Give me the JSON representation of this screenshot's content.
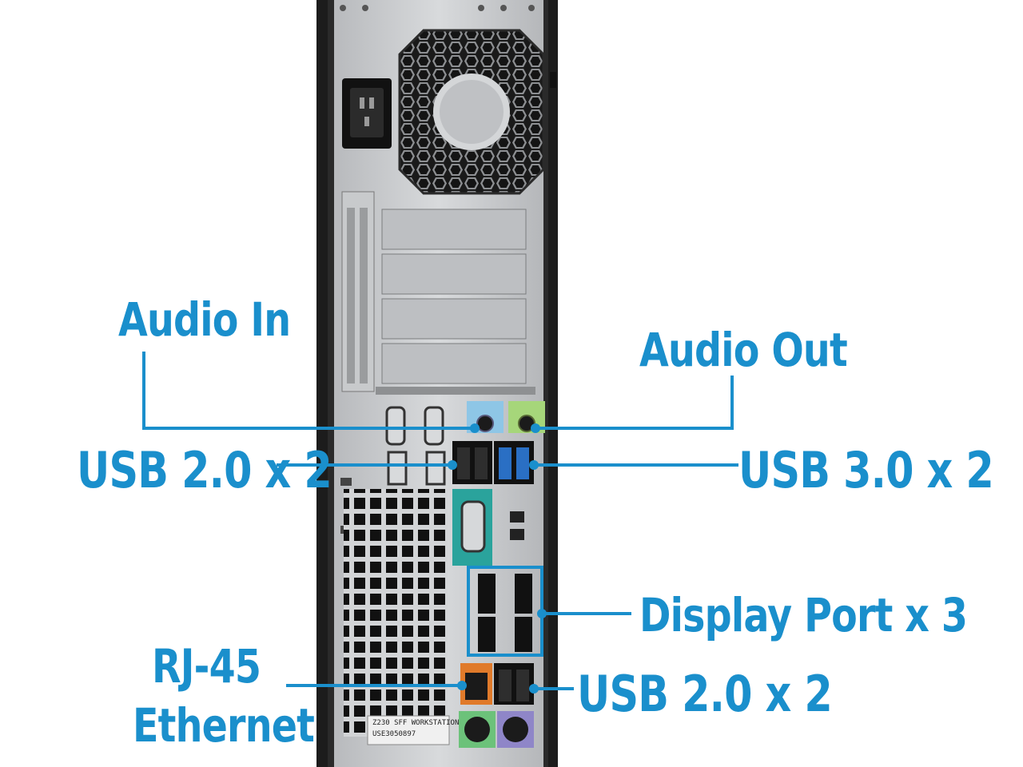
{
  "labels": {
    "audio_in": "Audio In",
    "audio_out": "Audio Out",
    "usb2_top": "USB 2.0 x 2",
    "usb3": "USB 3.0 x 2",
    "display_port": "Display Port x 3",
    "usb2_bottom": "USB 2.0 x 2",
    "rj45": "RJ-45",
    "ethernet": "Ethernet"
  },
  "case_sticker": {
    "model": "Z230 SFF WORKSTATION",
    "serial": "USE3050897"
  },
  "colors": {
    "callout": "#1a8fcc",
    "chassis": "#1c1c1c",
    "panel": "#c9cbcd",
    "usb3_blue": "#2a6fc4",
    "audio_in": "#8ec6e6",
    "audio_out": "#a6d67a",
    "serial_teal": "#2aa39c",
    "rj45_orange": "#e07a2a",
    "ps2_green": "#6cc27a",
    "ps2_purple": "#8f86c8"
  }
}
